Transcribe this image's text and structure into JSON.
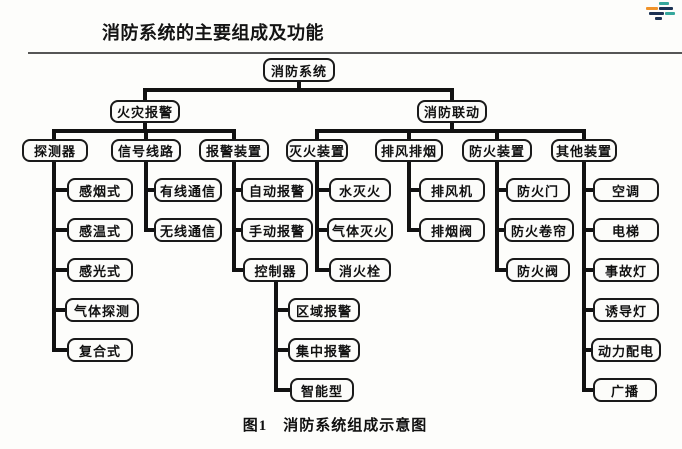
{
  "page": {
    "title": "消防系统的主要组成及功能",
    "caption": "图1　消防系统组成示意图"
  },
  "logo": {
    "name": "brand-logo-bars",
    "colors": {
      "teal": "#35a79c",
      "orange": "#f0932a",
      "navy": "#1c3254"
    }
  },
  "nodes": {
    "root": "消防系统",
    "fire_alarm": "火灾报警",
    "fire_linkage": "消防联动",
    "detector": "探测器",
    "signal_line": "信号线路",
    "alarm_device": "报警装置",
    "ext_device": "灭火装置",
    "exhaust_smoke": "排风排烟",
    "fireproof_device": "防火装置",
    "other_device": "其他装置",
    "smoke_type": "感烟式",
    "temp_type": "感温式",
    "light_type": "感光式",
    "gas_detect": "气体探测",
    "composite_type": "复合式",
    "wired_comm": "有线通信",
    "wireless_comm": "无线通信",
    "auto_alarm": "自动报警",
    "manual_alarm": "手动报警",
    "controller": "控制器",
    "zone_alarm": "区域报警",
    "central_alarm": "集中报警",
    "intelligent": "智能型",
    "water_ext": "水灭火",
    "gas_ext": "气体灭火",
    "hydrant": "消火栓",
    "exhaust_fan": "排风机",
    "smoke_valve": "排烟阀",
    "fire_door": "防火门",
    "fire_shutter": "防火卷帘",
    "fire_damper": "防火阀",
    "aircon": "空调",
    "elevator": "电梯",
    "emergency_light": "事故灯",
    "guide_light": "诱导灯",
    "power_dist": "动力配电",
    "broadcast": "广播"
  },
  "hierarchy": {
    "root": "消防系统",
    "children": [
      {
        "label": "火灾报警",
        "children": [
          {
            "label": "探测器",
            "children": [
              "感烟式",
              "感温式",
              "感光式",
              "气体探测",
              "复合式"
            ]
          },
          {
            "label": "信号线路",
            "children": [
              "有线通信",
              "无线通信"
            ]
          },
          {
            "label": "报警装置",
            "children": [
              "自动报警",
              "手动报警",
              {
                "label": "控制器",
                "children": [
                  "区域报警",
                  "集中报警",
                  "智能型"
                ]
              }
            ]
          }
        ]
      },
      {
        "label": "消防联动",
        "children": [
          {
            "label": "灭火装置",
            "children": [
              "水灭火",
              "气体灭火",
              "消火栓"
            ]
          },
          {
            "label": "排风排烟",
            "children": [
              "排风机",
              "排烟阀"
            ]
          },
          {
            "label": "防火装置",
            "children": [
              "防火门",
              "防火卷帘",
              "防火阀"
            ]
          },
          {
            "label": "其他装置",
            "children": [
              "空调",
              "电梯",
              "事故灯",
              "诱导灯",
              "动力配电",
              "广播"
            ]
          }
        ]
      }
    ]
  }
}
